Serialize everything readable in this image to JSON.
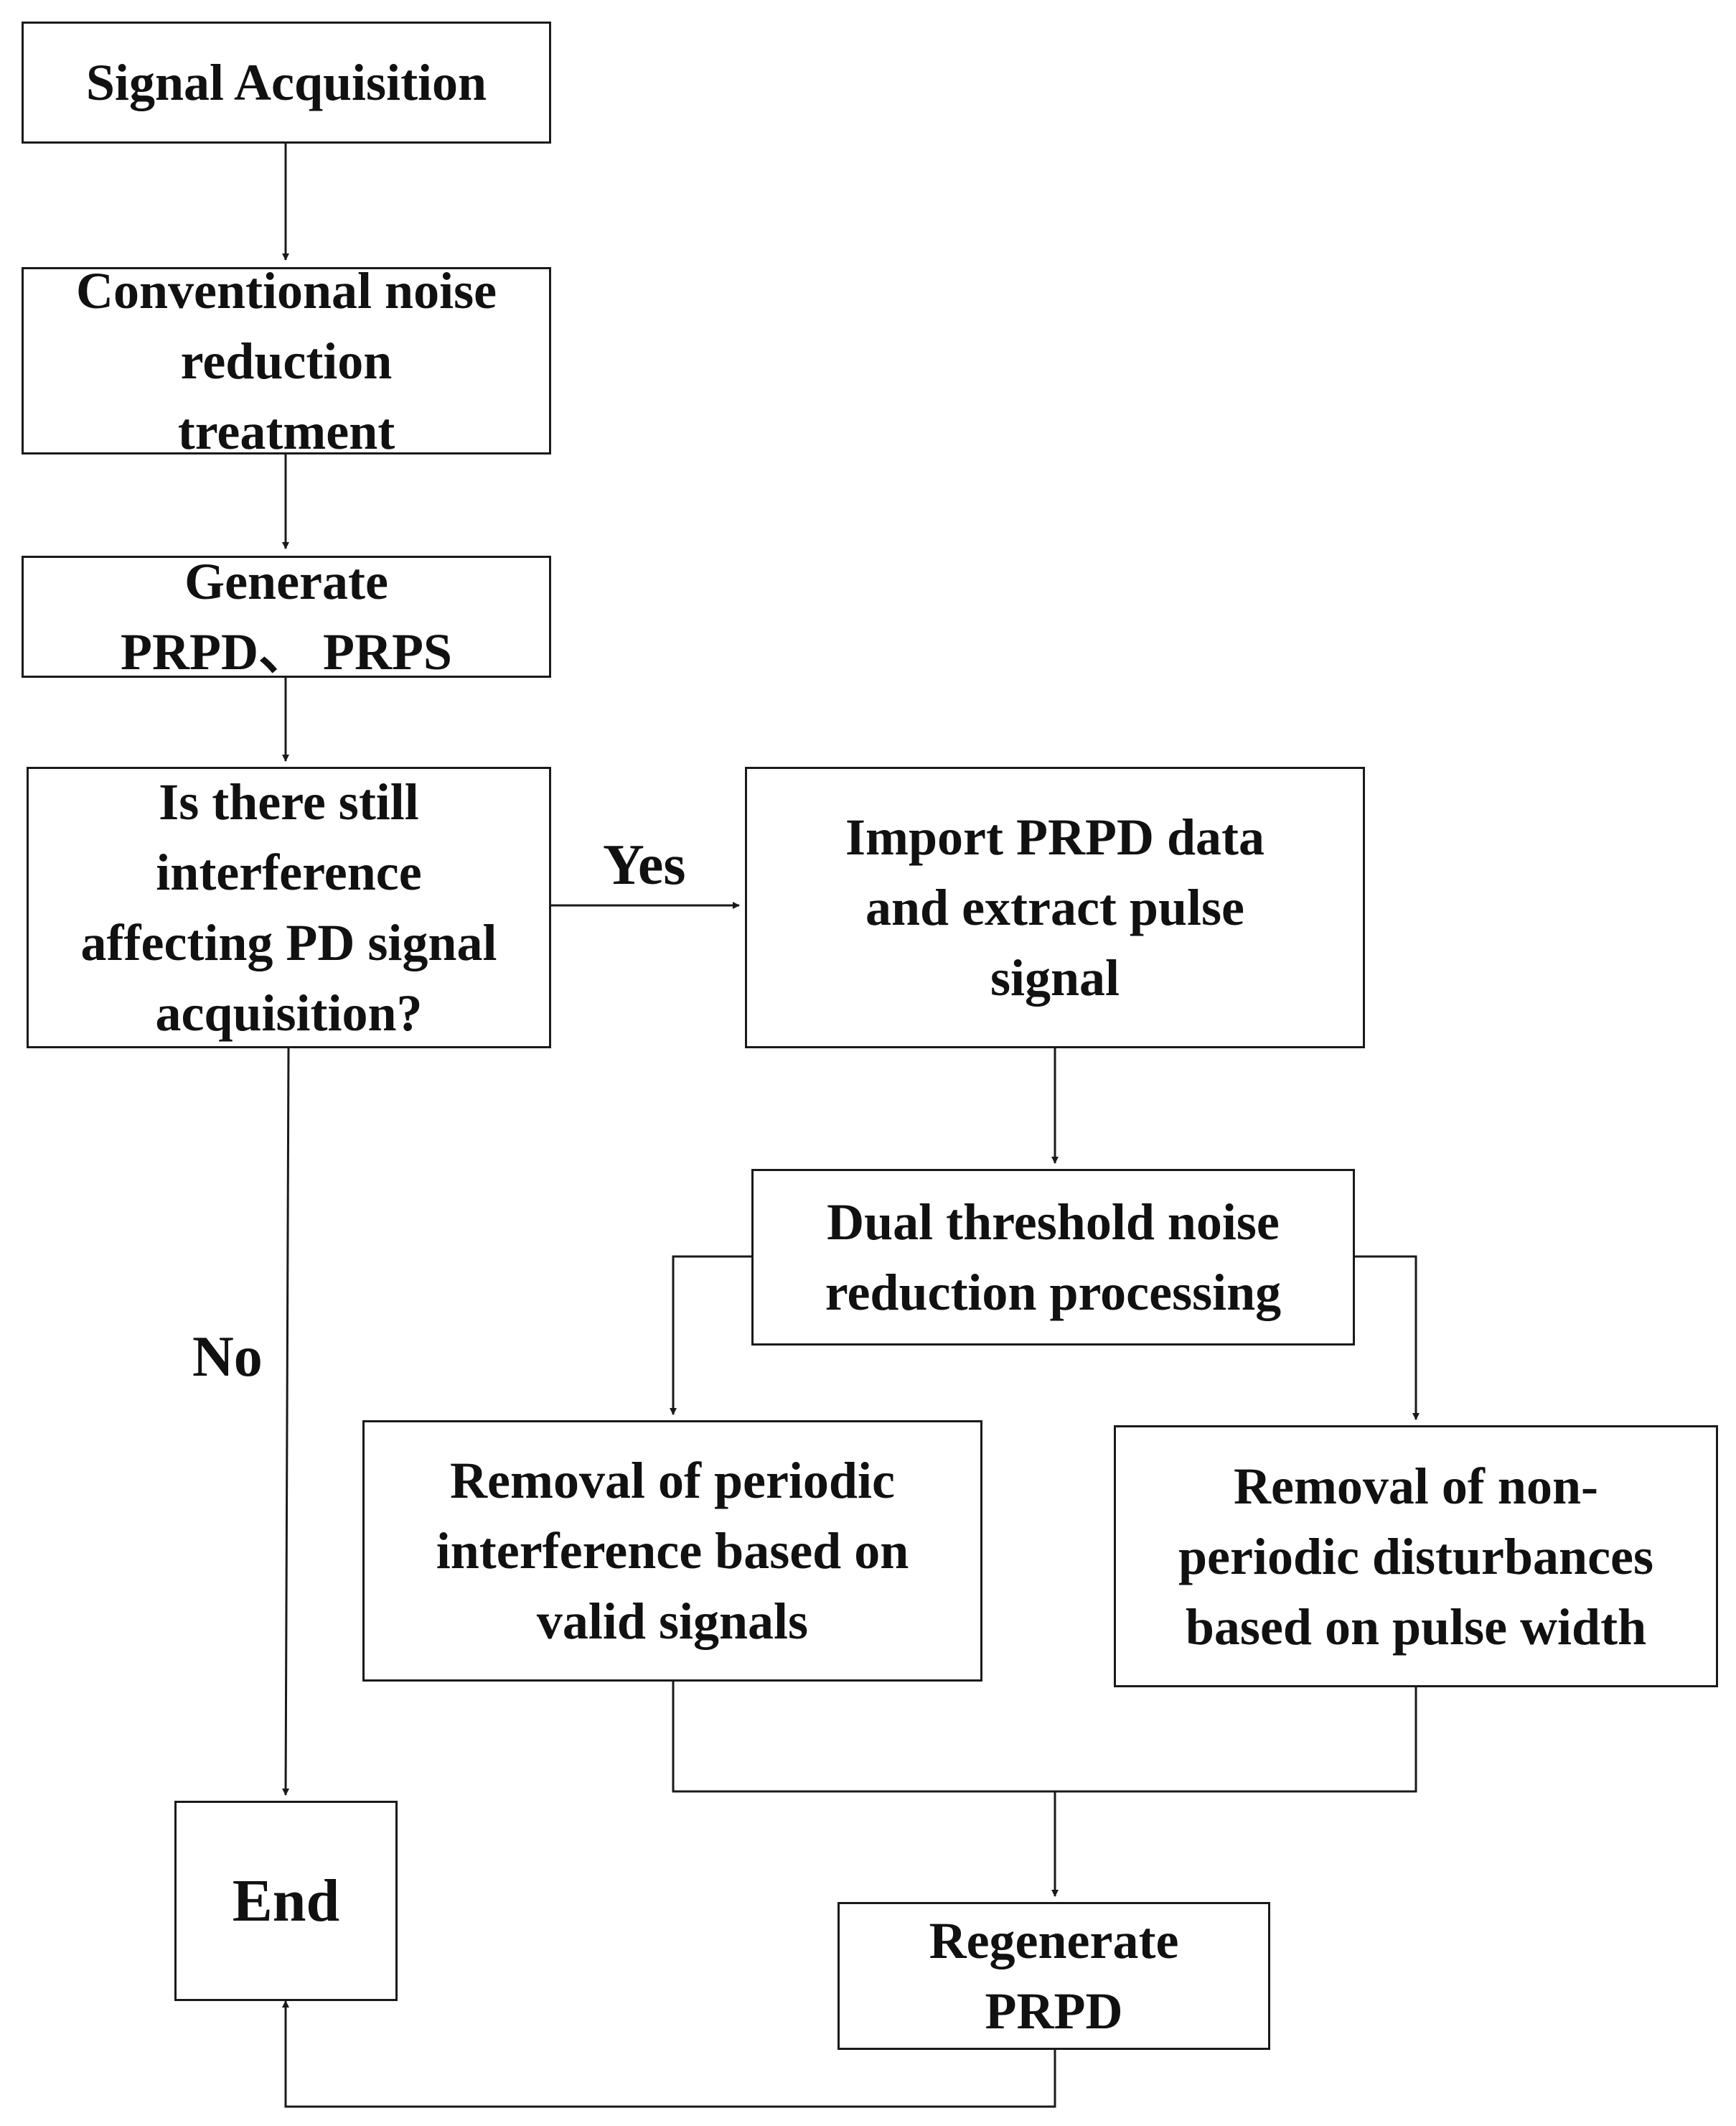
{
  "nodes": {
    "signal_acquisition": "Signal Acquisition",
    "conventional_noise": "Conventional noise\nreduction\ntreatment",
    "generate": "Generate\nPRPD、 PRPS",
    "decision": "Is there still\ninterference\naffecting PD signal\nacquisition?",
    "import_prpd": "Import PRPD data\nand extract pulse\nsignal",
    "dual_threshold": "Dual threshold noise\nreduction processing",
    "removal_periodic": "Removal of periodic\ninterference based on\nvalid signals",
    "removal_nonperiodic": "Removal of non-\nperiodic disturbances\nbased on pulse width",
    "end": "End",
    "regenerate": "Regenerate\nPRPD"
  },
  "labels": {
    "yes": "Yes",
    "no": "No"
  },
  "colors": {
    "line": "#1a1a1a",
    "text": "#111111",
    "background": "#ffffff"
  }
}
